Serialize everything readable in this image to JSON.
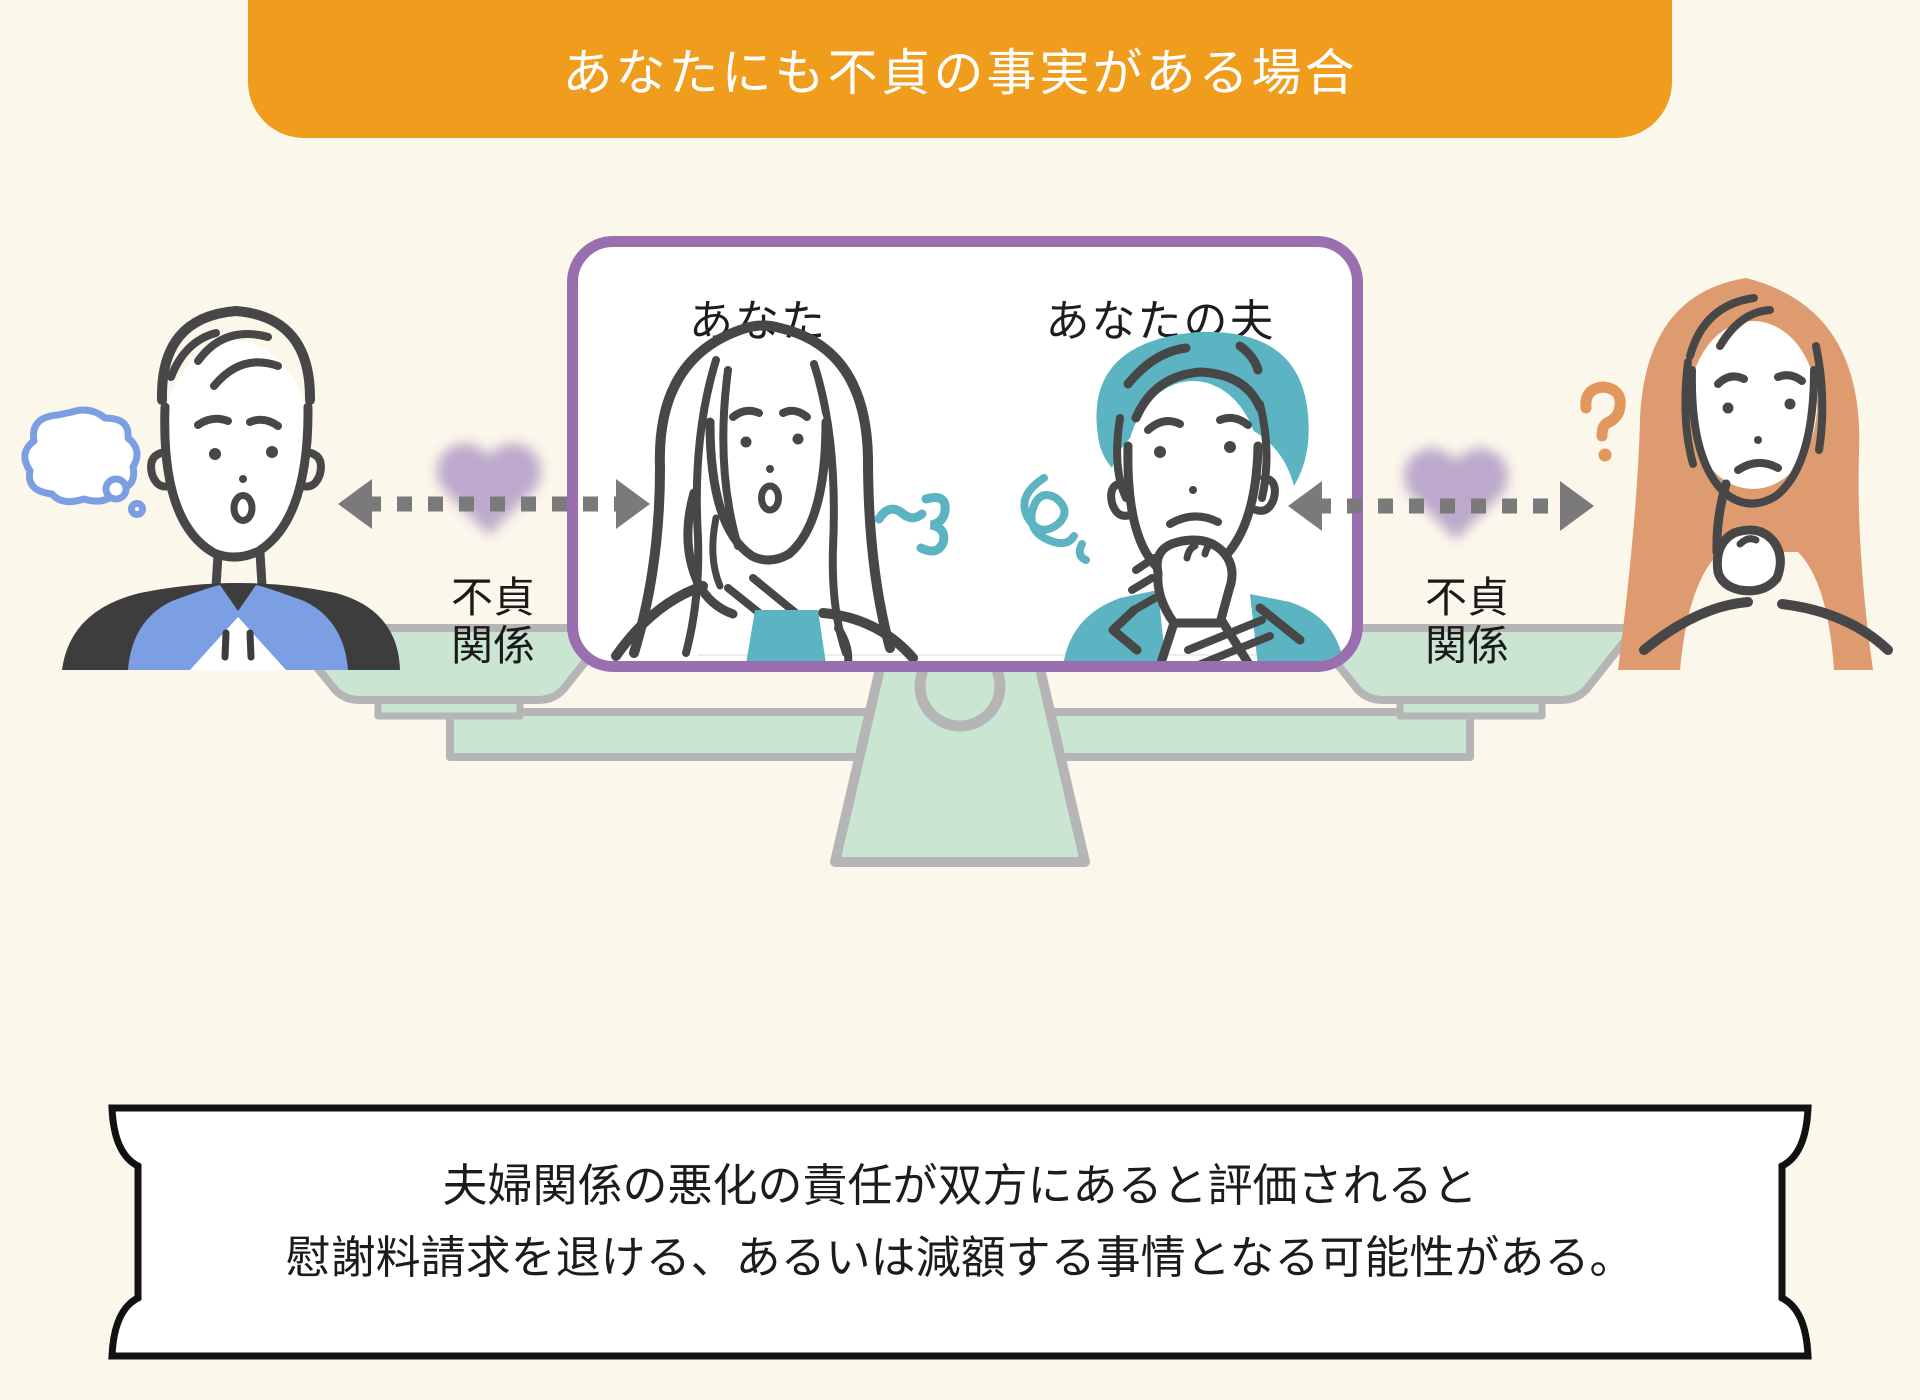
{
  "banner": {
    "title": "あなたにも不貞の事実がある場合"
  },
  "couple_box": {
    "left_person_label": "あなた",
    "right_person_label": "あなたの夫"
  },
  "relation_left": {
    "line1": "不貞",
    "line2": "関係"
  },
  "relation_right": {
    "line1": "不貞",
    "line2": "関係"
  },
  "footer": {
    "line1": "夫婦関係の悪化の責任が双方にあると評価されると",
    "line2": "慰謝料請求を退ける、あるいは減額する事情となる可能性がある。"
  },
  "icons": {
    "left_connector": "dotted-double-arrow",
    "right_connector": "dotted-double-arrow",
    "left_heart": "heart",
    "right_heart": "heart",
    "thought_bubble": "thought-bubble",
    "question_mark": "question-mark",
    "balance": "balance-scale",
    "sigh": "sigh-squiggle",
    "worry": "worry-scribble"
  },
  "colors": {
    "background": "#FCF7EB",
    "banner_bg": "#F09D1E",
    "banner_text": "#FFFFFF",
    "box_border": "#9A6FAF",
    "heart": "#B7A3C9",
    "arrow": "#7A7A7A",
    "line_art": "#474747",
    "accent_blue": "#7C9FE3",
    "jacket_dark": "#3D3D3D",
    "accent_teal": "#5CB4C2",
    "hair_orange": "#DD9B6F",
    "scale_green": "#CBE5D3",
    "scale_gray": "#B5B5B5",
    "footer_border": "#111111"
  }
}
